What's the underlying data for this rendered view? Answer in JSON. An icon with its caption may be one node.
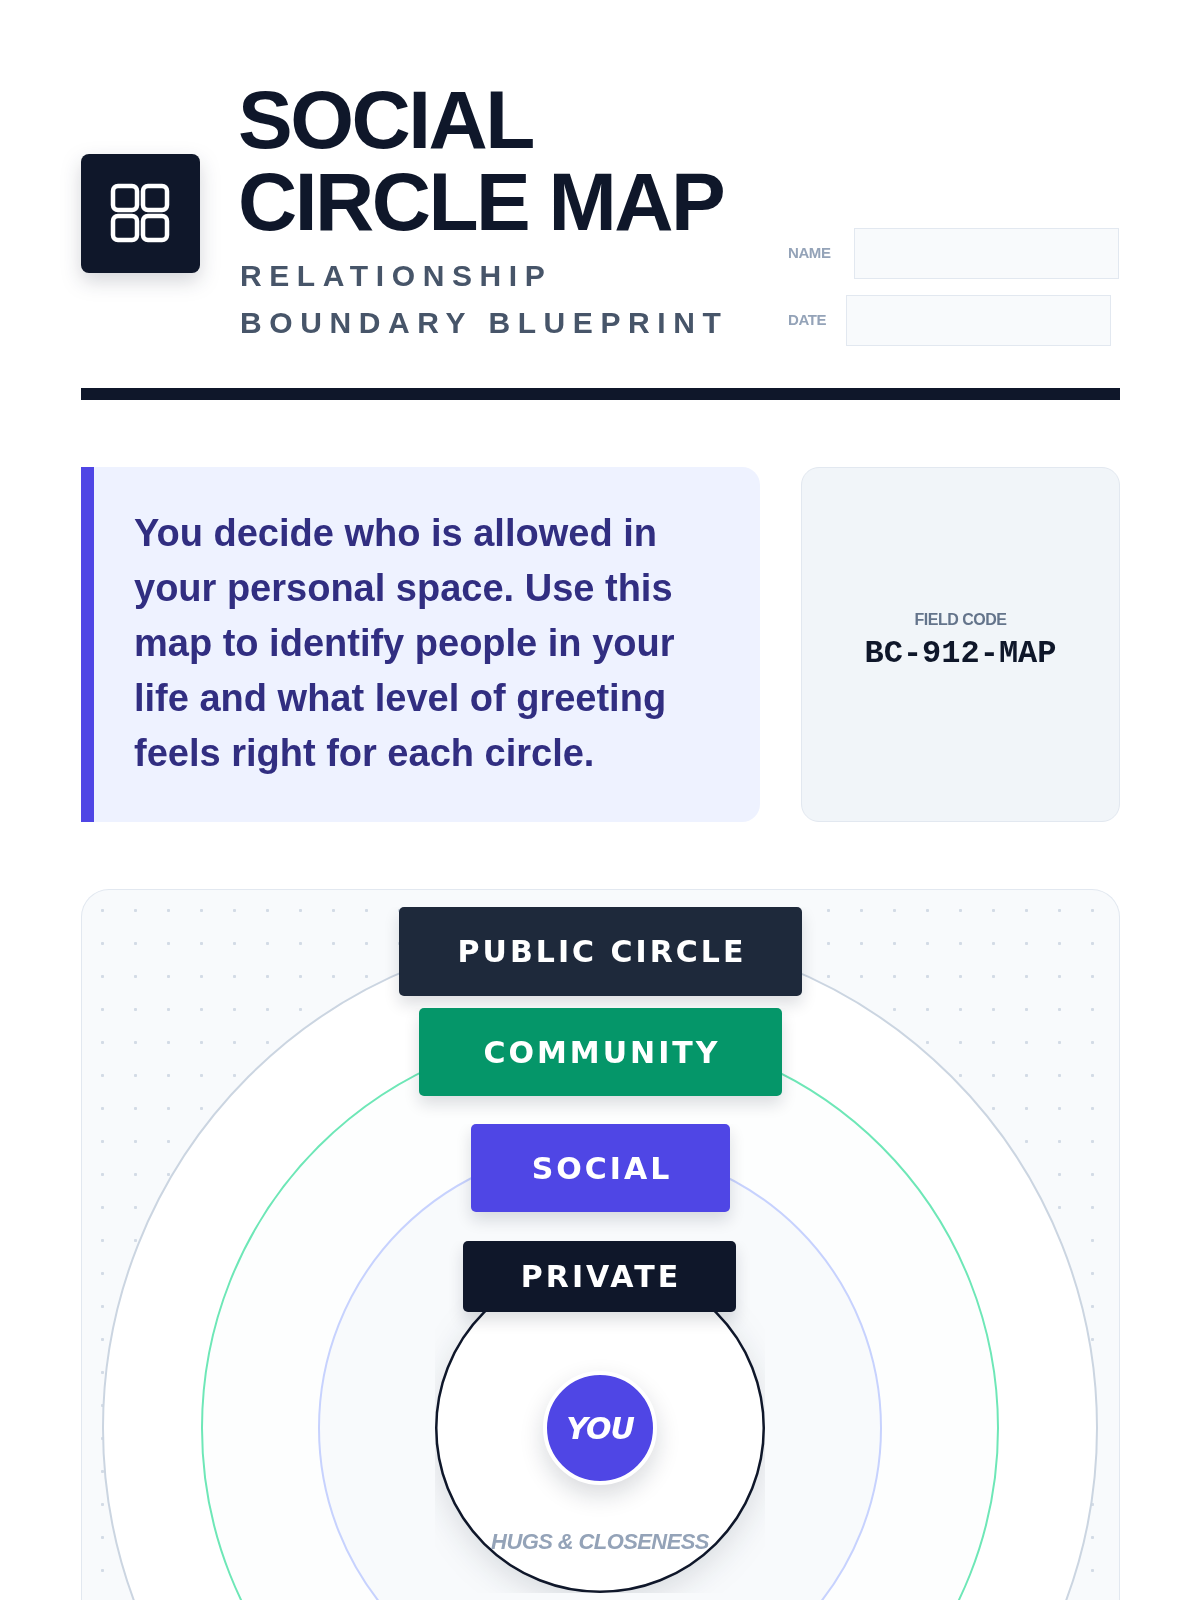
{
  "diagram": {
    "title": "SOCIAL CIRCLE MAP",
    "nodes": [
      {
        "text": [
          "You decide who is allowed in your personal space. Use this map to identify people in your life and what level of greeting feels right for each circle."
        ]
      },
      {
        "text": [
          "FIELD CODE",
          "BC-912-MAP"
        ]
      },
      {
        "text": [
          "PUBLIC CIRCLE"
        ]
      },
      {
        "text": [
          "COMMUNITY"
        ],
        "in": 2
      },
      {
        "text": [
          "SOCIAL"
        ],
        "in": 3
      },
      {
        "text": [
          "PRIVATE",
          "HUGS & CLOSENESS"
        ],
        "in": 4
      },
      {
        "text": [
          "YOU"
        ],
        "in": 5
      }
    ],
    "labels": [
      "RELATIONSHIP BOUNDARY BLUEPRINT",
      "NAME",
      "DATE"
    ]
  }
}
